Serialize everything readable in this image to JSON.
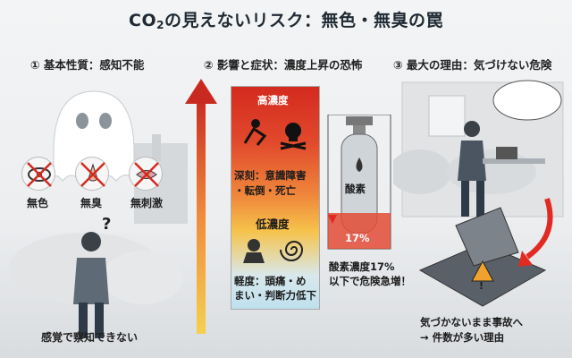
{
  "title": {
    "pre": "CO",
    "sub": "2",
    "post": "の見えないリスク：無色・無臭の罠"
  },
  "sections": {
    "s1": "① 基本性質：感知不能",
    "s2": "② 影響と症状：濃度上昇の恐怖",
    "s3": "③ 最大の理由：気づけない危険"
  },
  "s1": {
    "colorless": "無色",
    "odorless": "無臭",
    "nonirritant": "無刺激",
    "caption": "感覚で察知できない",
    "question": "?"
  },
  "s2": {
    "high": "高濃度",
    "severe": [
      "深刻：意識障害",
      "・転倒・死亡"
    ],
    "low": "低濃度",
    "mild": [
      "軽度：頭痛・め",
      "まい・判断力低下"
    ],
    "tank": "酸素",
    "percent": "17%",
    "oxygen_note": [
      "酸素濃度17%",
      "以下で危険急増！"
    ]
  },
  "s3": {
    "caption": [
      "気づかないまま事故へ",
      "→ 件数が多い理由"
    ],
    "warning": "!"
  },
  "colors": {
    "danger": "#d42a1f",
    "arrow": "#e02a22"
  }
}
